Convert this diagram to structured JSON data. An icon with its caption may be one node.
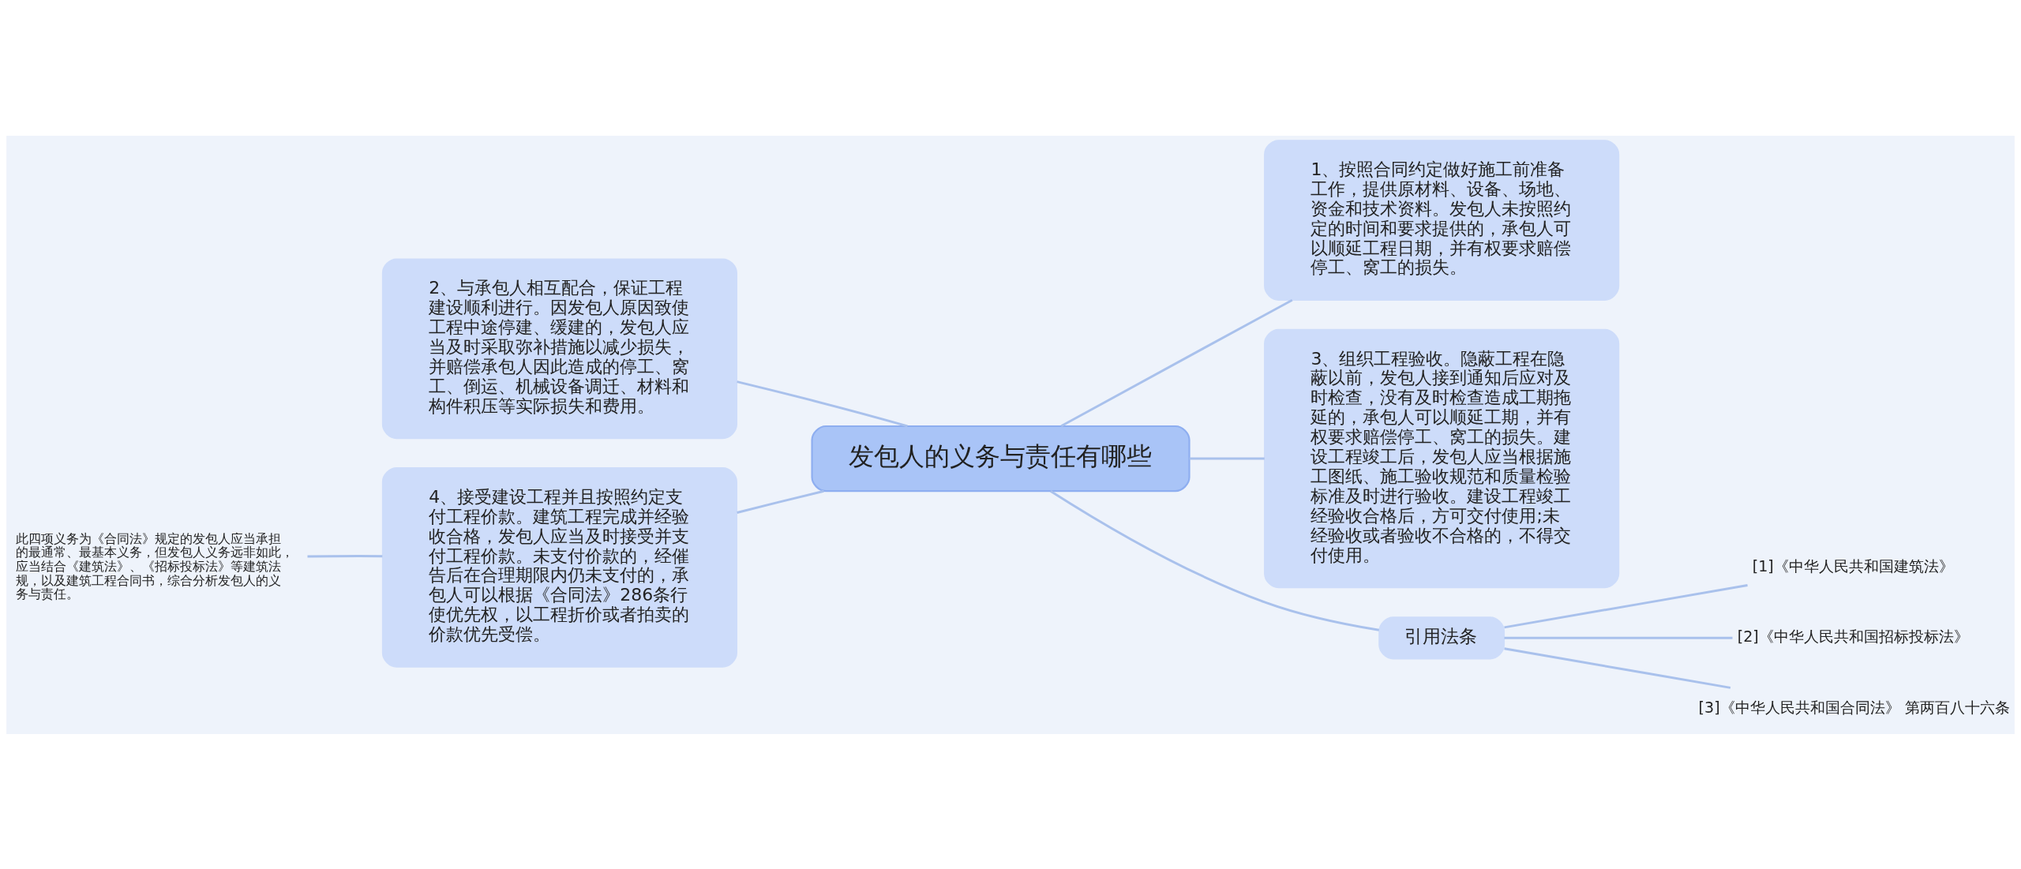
{
  "diagram": {
    "nodes": [
      {
        "text": [
          "发包人的义务与责任有哪些"
        ]
      },
      {
        "text": [
          "1、按照合同约定做好施工前准备工作，提供原材料、设备、场地、资金和技术资料。发包人未按照约定的时间和要求提供的，承包人可以顺延工程日期，并有权要求赔偿停工、窝工的损失。"
        ]
      },
      {
        "text": [
          "2、与承包人相互配合，保证工程建设顺利进行。因发包人原因致使工程中途停建、缓建的，发包人应当及时采取弥补措施以减少损失，并赔偿承包人因此造成的停工、窝工、倒运、机械设备调迁、材料和构件积压等实际损失和费用。"
        ]
      },
      {
        "text": [
          "3、组织工程验收。隐蔽工程在隐蔽以前，发包人接到通知后应对及时检查，没有及时检查造成工期拖延的，承包人可以顺延工期，并有权要求赔偿停工、窝工的损失。建设工程竣工后，发包人应当根据施工图纸、施工验收规范和质量检验标准及时进行验收。建设工程竣工经验收合格后，方可交付使用;未经验收或者验收不合格的，不得交付使用。"
        ]
      },
      {
        "text": [
          "4、接受建设工程并且按照约定支付工程价款。建筑工程完成并经验收合格，发包人应当及时接受并支付工程价款。未支付价款的，经催告后在合理期限内仍未支付的，承包人可以根据《合同法》286条行使优先权，以工程折价或者拍卖的价款优先受偿。"
        ]
      },
      {
        "text": [
          "此四项义务为《合同法》规定的发包人应当承担的最通常、最基本义务，但发包人义务远非如此，应当结合《建筑法》、《招标投标法》等建筑法规，以及建筑工程合同书，综合分析发包人的义务与责任。"
        ]
      },
      {
        "text": [
          "引用法条"
        ]
      },
      {
        "text": [
          "[1]《中华人民共和国建筑法》"
        ]
      },
      {
        "text": [
          "[2]《中华人民共和国招标投标法》"
        ]
      },
      {
        "text": [
          "[3]《中华人民共和国合同法》 第两百八十六条"
        ]
      }
    ],
    "edges": [
      {
        "from": 0,
        "to": 1,
        "arrow": "none"
      },
      {
        "from": 0,
        "to": 2,
        "arrow": "none"
      },
      {
        "from": 0,
        "to": 3,
        "arrow": "none"
      },
      {
        "from": 0,
        "to": 4,
        "arrow": "none"
      },
      {
        "from": 4,
        "to": 5,
        "arrow": "none"
      },
      {
        "from": 0,
        "to": 6,
        "arrow": "none"
      },
      {
        "from": 6,
        "to": 7,
        "arrow": "none"
      },
      {
        "from": 6,
        "to": 8,
        "arrow": "none"
      },
      {
        "from": 6,
        "to": 9,
        "arrow": "none"
      }
    ]
  }
}
